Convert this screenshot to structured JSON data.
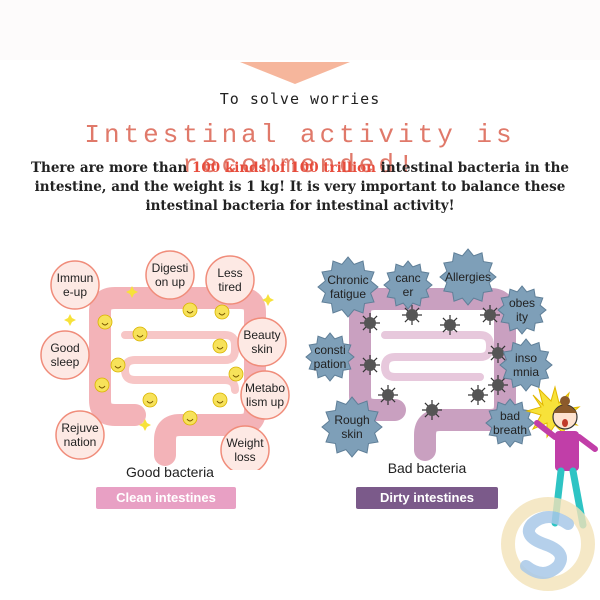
{
  "header": {
    "subtitle": "To solve worries",
    "headline": "Intestinal activity is recommended!",
    "paragraph_before": "There are more than ",
    "paragraph_highlight": "100 kinds of 100 trillion",
    "paragraph_after": " intestinal bacteria in the intestine, and the weight is 1 kg! It is very important to balance these intestinal bacteria for intestinal activity!"
  },
  "good_panel": {
    "caption": "Good bacteria",
    "label": "Clean intestines",
    "bubbles": [
      [
        "Immun",
        "e-up"
      ],
      [
        "Digesti",
        "on up"
      ],
      [
        "Less",
        "tired"
      ],
      [
        "Good",
        "sleep"
      ],
      [
        "Beauty",
        "skin"
      ],
      [
        "Metabo",
        "lism up"
      ],
      [
        "Rejuve",
        "nation"
      ],
      [
        "Weight",
        "loss"
      ]
    ]
  },
  "bad_panel": {
    "caption": "Bad bacteria",
    "label": "Dirty intestines",
    "bubbles": [
      [
        "Chronic",
        "fatigue"
      ],
      [
        "canc",
        "er"
      ],
      [
        "Allergies"
      ],
      [
        "obes",
        "ity"
      ],
      [
        "consti",
        "pation"
      ],
      [
        "inso",
        "mnia"
      ],
      [
        "Rough",
        "skin"
      ],
      [
        "bad",
        "breath"
      ]
    ]
  },
  "colors": {
    "accent_orange": "#f6b69c",
    "headline": "#e0796a",
    "highlight": "#e74c3c",
    "intestine_good": "#f3b3b8",
    "intestine_bad": "#c9a0c0",
    "bubble_good_fill": "#fde9e4",
    "bubble_good_stroke": "#f08c7a",
    "star_bad": "#7e9fb8",
    "clean_pill": "#e8a0c4",
    "dirty_pill": "#7b5a8a"
  },
  "icons": [
    "smile-bacteria-icon",
    "germ-icon",
    "sparkle-icon",
    "stressed-person-illustration",
    "s-logo-watermark"
  ]
}
